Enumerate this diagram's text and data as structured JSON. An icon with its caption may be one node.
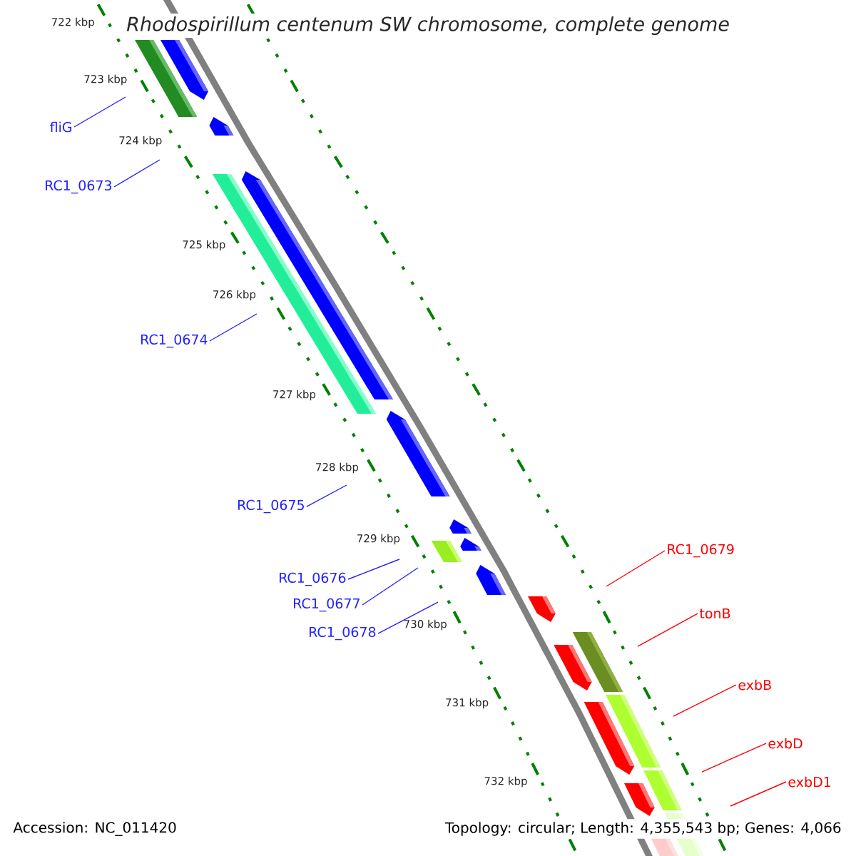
{
  "diagram": {
    "title": "Rhodospirillum centenum SW chromosome, complete genome",
    "nodes": [
      {
        "text": [
          "fliG"
        ]
      },
      {
        "text": [
          "RC1_0673"
        ]
      },
      {
        "text": [
          "RC1_0674"
        ]
      },
      {
        "text": [
          "RC1_0675"
        ]
      },
      {
        "text": [
          "RC1_0676"
        ]
      },
      {
        "text": [
          "RC1_0677"
        ]
      },
      {
        "text": [
          "RC1_0678"
        ]
      },
      {
        "text": [
          "RC1_0679"
        ]
      },
      {
        "text": [
          "tonB"
        ]
      },
      {
        "text": [
          "exbB"
        ]
      },
      {
        "text": [
          "exbD"
        ]
      },
      {
        "text": [
          "exbD1"
        ]
      }
    ],
    "edges": [
      {
        "from": 0,
        "to": null,
        "arrow": "none"
      },
      {
        "from": 1,
        "to": null,
        "arrow": "none"
      },
      {
        "from": 2,
        "to": null,
        "arrow": "none"
      },
      {
        "from": 3,
        "to": null,
        "arrow": "none"
      },
      {
        "from": 4,
        "to": null,
        "arrow": "none"
      },
      {
        "from": 5,
        "to": null,
        "arrow": "none"
      },
      {
        "from": 6,
        "to": null,
        "arrow": "none"
      },
      {
        "from": 7,
        "to": null,
        "arrow": "none",
        "color": "#ff0000"
      },
      {
        "from": 8,
        "to": null,
        "arrow": "none",
        "color": "#ff0000"
      },
      {
        "from": 9,
        "to": null,
        "arrow": "none",
        "color": "#ff0000"
      },
      {
        "from": 10,
        "to": null,
        "arrow": "none",
        "color": "#ff0000"
      },
      {
        "from": 11,
        "to": null,
        "arrow": "none",
        "color": "#ff0000"
      }
    ],
    "labels": [
      "722 kbp",
      "723 kbp",
      "724 kbp",
      "725 kbp",
      "726 kbp",
      "727 kbp",
      "728 kbp",
      "729 kbp",
      "730 kbp",
      "731 kbp",
      "732 kbp",
      "Accession: NC_011420",
      "Topology: circular; Length: 4,355,543 bp; Genes: 4,066"
    ]
  }
}
